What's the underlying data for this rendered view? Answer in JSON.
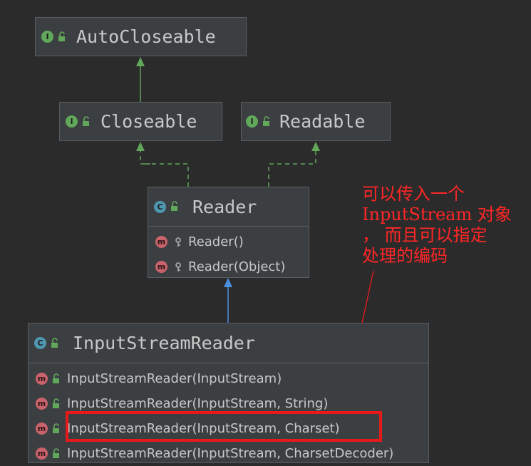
{
  "nodes": {
    "autocloseable": {
      "kind": "I",
      "title": "AutoCloseable"
    },
    "closeable": {
      "kind": "I",
      "title": "Closeable"
    },
    "readable": {
      "kind": "I",
      "title": "Readable"
    },
    "reader": {
      "kind": "C",
      "title": "Reader",
      "members": [
        {
          "kind": "m",
          "visibility": "key",
          "label": "Reader()"
        },
        {
          "kind": "m",
          "visibility": "key",
          "label": "Reader(Object)"
        }
      ]
    },
    "inputstreamreader": {
      "kind": "C",
      "title": "InputStreamReader",
      "members": [
        {
          "kind": "m",
          "visibility": "public",
          "label": "InputStreamReader(InputStream)"
        },
        {
          "kind": "m",
          "visibility": "public",
          "label": "InputStreamReader(InputStream, String)"
        },
        {
          "kind": "m",
          "visibility": "public",
          "label": "InputStreamReader(InputStream, Charset)"
        },
        {
          "kind": "m",
          "visibility": "public",
          "label": "InputStreamReader(InputStream, CharsetDecoder)"
        }
      ]
    }
  },
  "annotation": {
    "lines": [
      "可以传入一个",
      "InputStream 对象",
      "，  而且可以指定",
      "处理的编码"
    ]
  },
  "colors": {
    "background": "#2b2b2b",
    "interface_badge": "#62a85a",
    "class_badge": "#4f96b0",
    "method_badge": "#c9636b",
    "interface_edge": "#62a85a",
    "extends_edge": "#4a8fe0",
    "annotation": "#ff2626"
  },
  "icons": {
    "public": "open-lock-icon",
    "key": "key-icon"
  }
}
